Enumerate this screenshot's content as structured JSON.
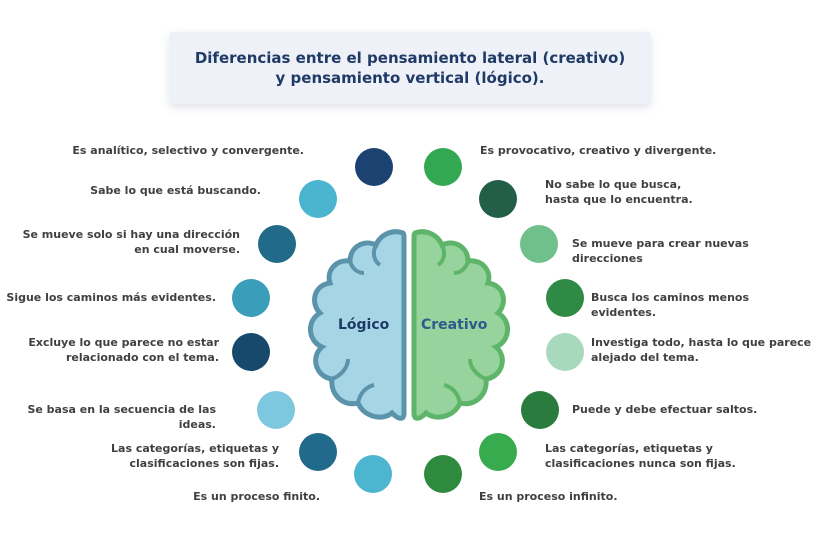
{
  "title": {
    "line1": "Diferencias entre el pensamiento lateral (creativo)",
    "line2": "y pensamiento vertical (lógico)."
  },
  "brain": {
    "left_label": "Lógico",
    "right_label": "Creativo",
    "left_color": "#a6d6e6",
    "left_outline": "#5b93ab",
    "right_color": "#97d39c",
    "right_outline": "#5eb56a"
  },
  "logical": [
    {
      "text": "Es analítico, selectivo y convergente.",
      "color": "#1c4272"
    },
    {
      "text": "Sabe lo que está buscando.",
      "color": "#4bb4cf"
    },
    {
      "text": "Se mueve solo si hay una dirección\nen cual moverse.",
      "color": "#216a8a"
    },
    {
      "text": "Sigue los caminos más evidentes.",
      "color": "#3a9dba"
    },
    {
      "text": "Excluye lo que parece no estar\nrelacionado con el tema.",
      "color": "#16496c"
    },
    {
      "text": "Se basa en la secuencia de las ideas.",
      "color": "#7ec8df"
    },
    {
      "text": "Las categorías, etiquetas y\nclasificaciones son fijas.",
      "color": "#226a8c"
    },
    {
      "text": "Es un proceso finito.",
      "color": "#4cb5d0"
    }
  ],
  "creative": [
    {
      "text": "Es provocativo, creativo y divergente.",
      "color": "#33a852"
    },
    {
      "text": "No sabe lo que busca,\nhasta que lo encuentra.",
      "color": "#235e48"
    },
    {
      "text": "Se mueve para crear nuevas direcciones",
      "color": "#6fc08a"
    },
    {
      "text": "Busca los caminos menos evidentes.",
      "color": "#2e8a44"
    },
    {
      "text": "Investiga todo, hasta lo que parece\nalejado del tema.",
      "color": "#a9d9bd"
    },
    {
      "text": "Puede y debe efectuar saltos.",
      "color": "#297c3e"
    },
    {
      "text": "Las categorías, etiquetas y\nclasificaciones nunca son fijas.",
      "color": "#38ab4f"
    },
    {
      "text": "Es un proceso infinito.",
      "color": "#2d8a3e"
    }
  ]
}
